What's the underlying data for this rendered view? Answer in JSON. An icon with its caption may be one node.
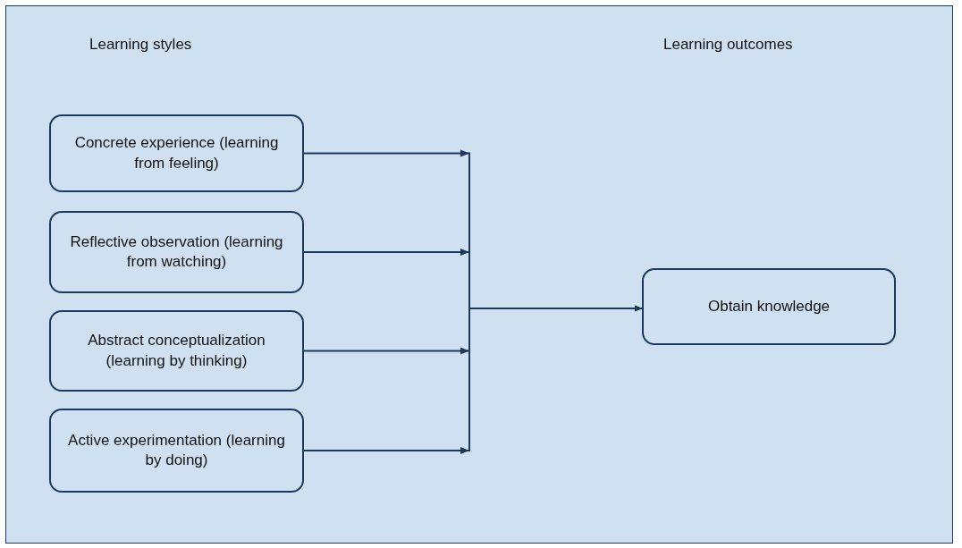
{
  "diagram": {
    "nodes": [
      {
        "text": [
          "Concrete experience (learning from feeling)"
        ]
      },
      {
        "text": [
          "Reflective observation (learning from watching)"
        ]
      },
      {
        "text": [
          "Abstract conceptualization (learning by thinking)"
        ]
      },
      {
        "text": [
          "Active experimentation (learning by doing)"
        ]
      },
      {
        "text": [
          "Obtain knowledge"
        ]
      }
    ],
    "edges": [
      {
        "from": 0,
        "to": 4,
        "arrow": "to"
      },
      {
        "from": 1,
        "to": 4,
        "arrow": "to"
      },
      {
        "from": 2,
        "to": 4,
        "arrow": "to"
      },
      {
        "from": 3,
        "to": 4,
        "arrow": "to"
      }
    ],
    "labels": [
      "Learning styles",
      "Learning outcomes"
    ]
  }
}
